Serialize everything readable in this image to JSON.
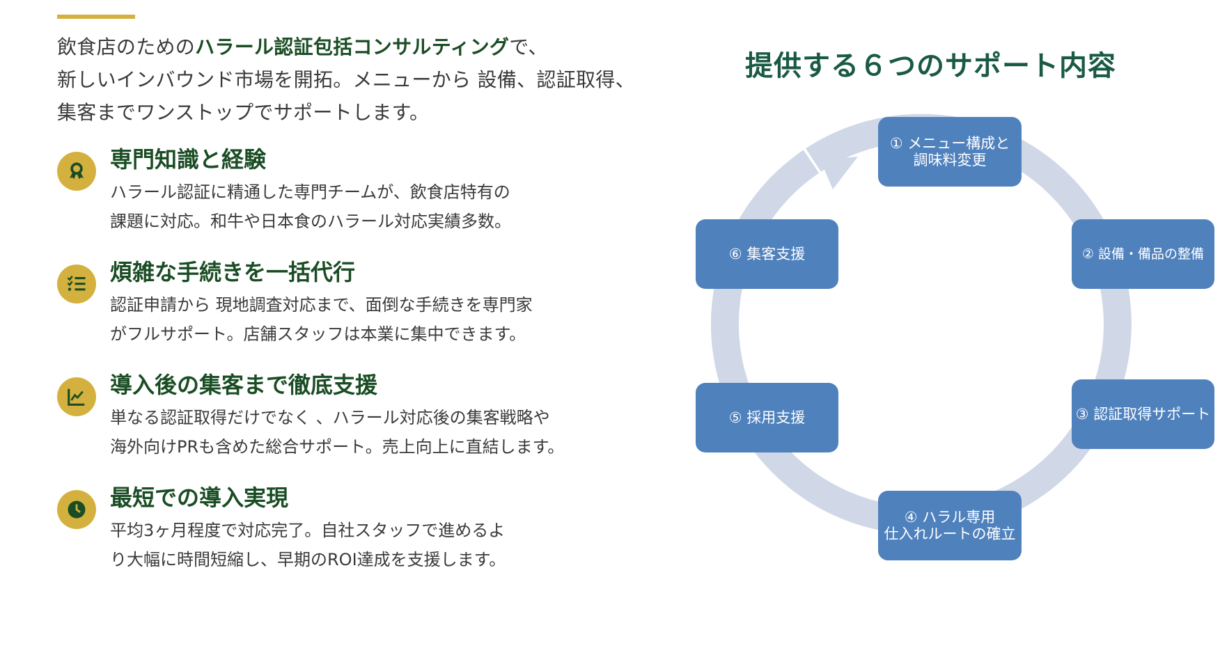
{
  "intro": {
    "prefix": "飲食店のための",
    "highlight": "ハラール認証包括コンサルティング",
    "suffix_line1": "で、",
    "line2": "新しいインバウンド市場を開拓。メニューから 設備、認証取得、",
    "line3": "集客までワンストップでサポートします。"
  },
  "features": [
    {
      "icon": "award-icon",
      "title": "専門知識と経験",
      "desc_line1": "ハラール認証に精通した専門チームが、飲食店特有の",
      "desc_line2": "課題に対応。和牛や日本食のハラール対応実績多数。"
    },
    {
      "icon": "checklist-icon",
      "title": "煩雑な手続きを一括代行",
      "desc_line1": "認証申請から 現地調査対応まで、面倒な手続きを専門家",
      "desc_line2": "がフルサポート。店舗スタッフは本業に集中できます。"
    },
    {
      "icon": "chart-line-icon",
      "title": "導入後の集客まで徹底支援",
      "desc_line1": "単なる認証取得だけでなく 、ハラール対応後の集客戦略や",
      "desc_line2": "海外向けPRも含めた総合サポート。売上向上に直結します。"
    },
    {
      "icon": "clock-icon",
      "title": "最短での導入実現",
      "desc_line1": "平均3ヶ月程度で対応完了。自社スタッフで進めるよ",
      "desc_line2": "り大幅に時間短縮し、早期のROI達成を支援します。"
    }
  ],
  "diagram": {
    "title": "提供する６つのサポート内容",
    "steps": [
      {
        "line1": "① メニュー構成と",
        "line2": "調味料変更"
      },
      {
        "line1": "② 設備・備品の整備",
        "line2": ""
      },
      {
        "line1": "③ 認証取得サポート",
        "line2": ""
      },
      {
        "line1": "④ ハラル専用",
        "line2": "仕入れルートの確立"
      },
      {
        "line1": "⑤ 採用支援",
        "line2": ""
      },
      {
        "line1": "⑥ 集客支援",
        "line2": ""
      }
    ]
  },
  "colors": {
    "gold": "#d4b13f",
    "dark_green": "#1a4d24",
    "title_green": "#1a5a45",
    "node_blue": "#4f81bd",
    "arrow_gray": "#d0d8e8"
  }
}
